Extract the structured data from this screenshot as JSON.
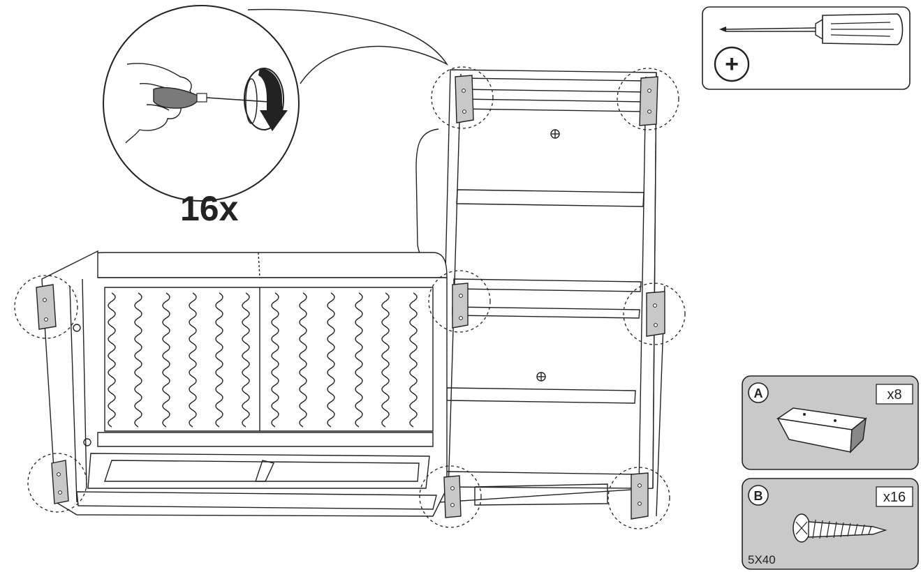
{
  "callout": {
    "count_label": "16x"
  },
  "tool": {
    "icon": "phillips-screwdriver-icon",
    "head_symbol": "+"
  },
  "parts": [
    {
      "letter": "A",
      "quantity": "x8",
      "icon": "furniture-leg-block-icon",
      "size": ""
    },
    {
      "letter": "B",
      "quantity": "x16",
      "icon": "wood-screw-icon",
      "size": "5X40"
    }
  ],
  "colors": {
    "line": "#222222",
    "leg_fill": "#c8c8c8",
    "panel_fill": "#c9c9c9",
    "grip_fill": "#7a7a7a"
  }
}
